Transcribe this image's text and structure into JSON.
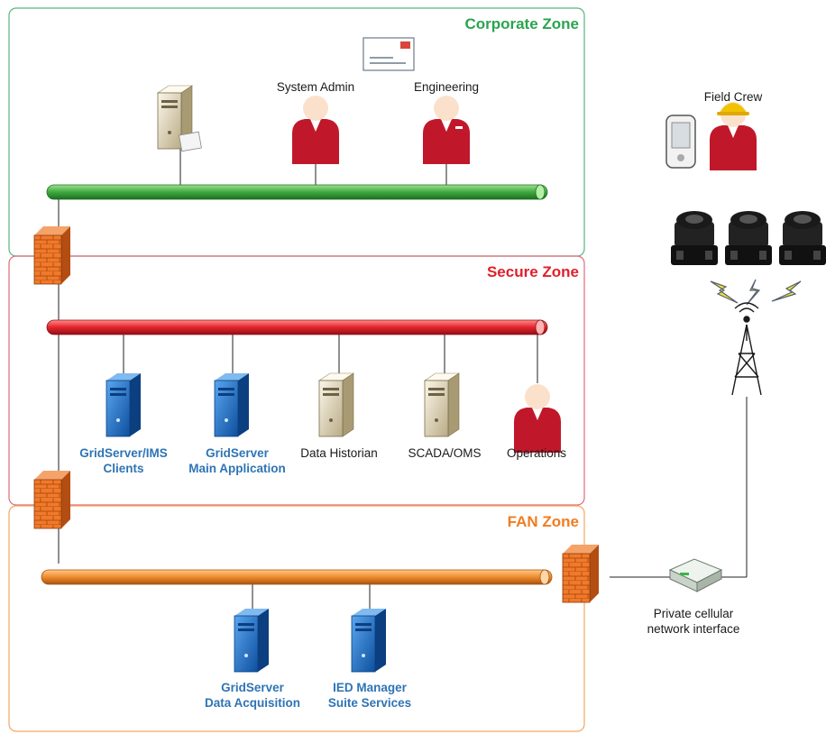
{
  "zones": {
    "corporate": {
      "title": "Corporate Zone",
      "color": "#2aa44f"
    },
    "secure": {
      "title": "Secure Zone",
      "color": "#e0202b"
    },
    "fan": {
      "title": "FAN Zone",
      "color": "#ef7d22"
    }
  },
  "labels": {
    "system_admin": "System Admin",
    "engineering": "Engineering",
    "field_crew": "Field Crew",
    "gridserver_ims": [
      "GridServer/IMS",
      "Clients"
    ],
    "gridserver_main": [
      "GridServer",
      "Main Application"
    ],
    "data_historian": "Data Historian",
    "scada_oms": "SCADA/OMS",
    "operations": "Operations",
    "gridserver_daq": [
      "GridServer",
      "Data Acquisition"
    ],
    "ied_manager": [
      "IED Manager",
      "Suite Services"
    ],
    "private_cellular": [
      "Private cellular",
      "network interface"
    ]
  },
  "colors": {
    "bus_corporate": "#3daa3f",
    "bus_secure": "#e4232d",
    "bus_fan": "#f08a2c",
    "server_blue": "#1e6fc4",
    "server_beige": "#e8dcc0",
    "person_red": "#c0182a",
    "firewall": "#e8742a"
  }
}
